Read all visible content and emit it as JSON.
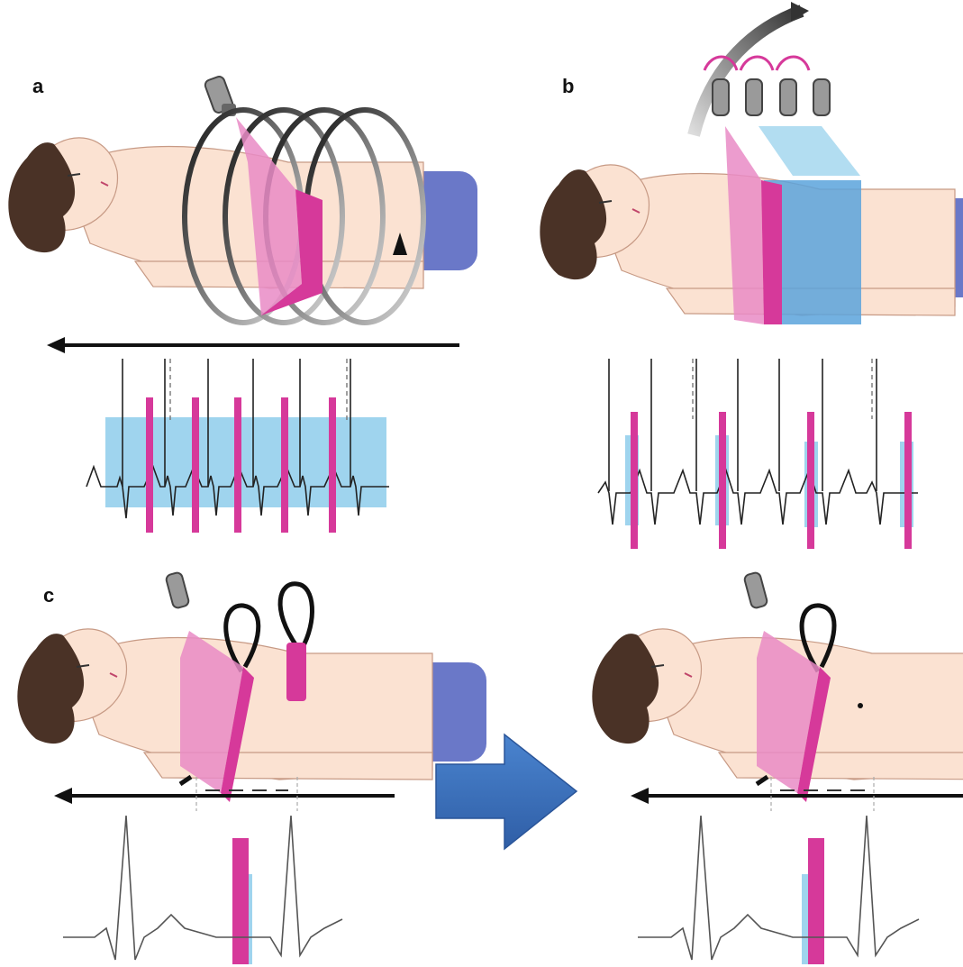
{
  "panels": [
    {
      "id": "a",
      "label": "a"
    },
    {
      "id": "b",
      "label": "b"
    },
    {
      "id": "c",
      "label": "c"
    }
  ],
  "colors": {
    "scan_beam": "#d6399a",
    "scan_beam_light": "#e98bc6",
    "acquisition_window": "#9fd4ee",
    "acquisition_block": "#5aa3dc",
    "patient_skin": "#fbe2d2",
    "patient_hair": "#4a3226",
    "drape": "#6a78c8",
    "transition_arrow": "#3b6fb6",
    "ecg_trace": "#222222",
    "ecg_trace_light": "#555555"
  },
  "icons": {
    "x_ray_tube": "x-ray-tube-icon",
    "rotation_arrow": "rotation-arrow-icon",
    "table_direction_arrow": "arrow-left-icon",
    "transition_arrow": "arrow-right-icon"
  }
}
